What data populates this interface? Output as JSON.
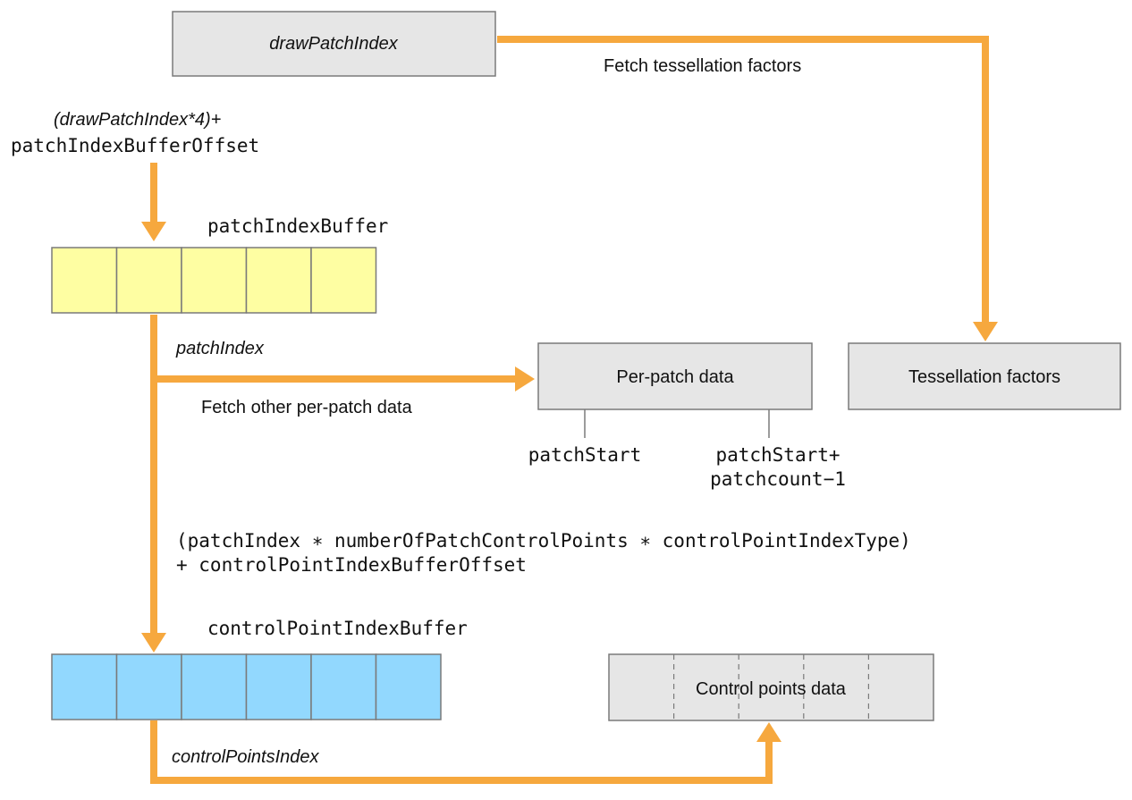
{
  "draw_patch_index_box": "drawPatchIndex",
  "fetch_tess_label": "Fetch tessellation factors",
  "patch_offset_expr": {
    "line1": "(drawPatchIndex*4)+",
    "line2": "patchIndexBufferOffset"
  },
  "patch_index_buffer_label": "patchIndexBuffer",
  "patch_index_label": "patchIndex",
  "fetch_other_label": "Fetch other per-patch data",
  "per_patch_box": "Per-patch data",
  "tess_factors_box": "Tessellation factors",
  "patch_start_label": "patchStart",
  "patch_end_label": {
    "line1": "patchStart+",
    "line2": "patchcount−1"
  },
  "control_offset_expr": {
    "line1": "(patchIndex ∗ numberOfPatchControlPoints ∗ controlPointIndexType)",
    "line2": "+ controlPointIndexBufferOffset"
  },
  "control_point_index_buffer_label": "controlPointIndexBuffer",
  "control_points_box": "Control points data",
  "control_points_index_label": "controlPointsIndex",
  "colors": {
    "arrow": "#f6a83e",
    "patch_buffer_fill": "#fefea2",
    "control_buffer_fill": "#92d8fe",
    "box_fill": "#e6e6e6",
    "box_stroke": "#7a7a7a"
  },
  "patch_index_buffer_cells": 5,
  "control_point_index_buffer_cells": 6,
  "control_points_data_cells": 5
}
